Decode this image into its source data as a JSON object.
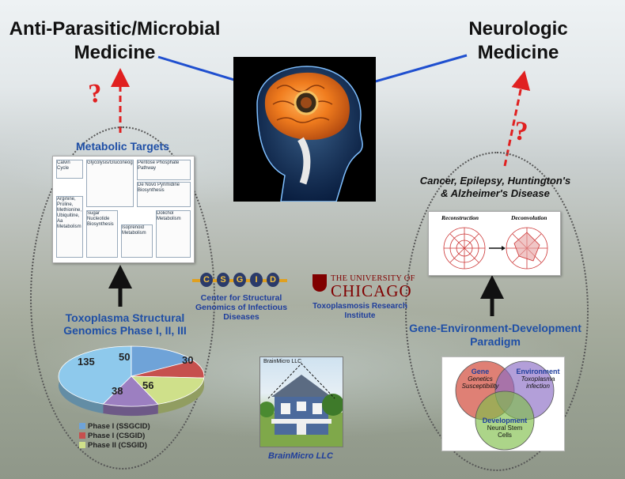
{
  "headings": {
    "anti_parasitic": "Anti-Parasitic/Microbial\nMedicine",
    "neurologic": "Neurologic\nMedicine"
  },
  "question_mark": "?",
  "metabolic_targets": "Metabolic Targets",
  "metabolic_map": {
    "boxes": [
      "Calvin Cycle",
      "Glycolysis/Gluconeogenesis",
      "Pentose Phosphate Pathway",
      "De Novo Pyrimidine Biosynthesis",
      "Arginine, Proline, Methionine, Ubiquitine, Aa Metabolism",
      "Sugar Nucleotide Biosynthesis",
      "Isoprenoid Metabolism",
      "Dolichol Metabolism"
    ]
  },
  "toxoplasma_title": "Toxoplasma Structural\nGenomics Phase I, II, III",
  "pie": {
    "values": [
      {
        "label": "135",
        "value": 135,
        "color": "#8ec9ec"
      },
      {
        "label": "50",
        "value": 50,
        "color": "#6fa3d8"
      },
      {
        "label": "30",
        "value": 30,
        "color": "#c6504e"
      },
      {
        "label": "56",
        "value": 56,
        "color": "#cfe08a"
      },
      {
        "label": "38",
        "value": 38,
        "color": "#9c7fc1"
      }
    ],
    "legend": [
      {
        "label": "Phase I (SSGCID)",
        "color": "#6fa3d8"
      },
      {
        "label": "Phase I (CSGID)",
        "color": "#c6504e"
      },
      {
        "label": "Phase II (CSGID)",
        "color": "#cfe08a"
      }
    ]
  },
  "csgid": {
    "logo_letters": [
      "C",
      "S",
      "G",
      "I",
      "D"
    ],
    "caption": "Center for Structural\nGenomics of Infectious\nDiseases"
  },
  "uchicago": {
    "line1": "THE UNIVERSITY OF",
    "line2": "CHICAGO",
    "caption": "Toxoplasmosis Research\nInstitute"
  },
  "brainmicro": {
    "photo_label": "BrainMicro LLC",
    "caption": "BrainMicro LLC"
  },
  "diseases": "Cancer, Epilepsy, Huntington's\n& Alzheimer's Disease",
  "reconstruction": {
    "left_title": "Reconstruction",
    "right_title": "Deconvolution"
  },
  "paradigm": "Gene-Environment-Development\nParadigm",
  "venn": {
    "gene": {
      "title": "Gene",
      "sub": "Genetics\nSusceptibility",
      "color": "#d24a3a"
    },
    "environment": {
      "title": "Environment",
      "sub": "Toxoplasma\ninfection",
      "color": "#8a6cc4"
    },
    "development": {
      "title": "Development",
      "sub": "Neural Stem\nCells",
      "color": "#7fbf4a"
    }
  }
}
